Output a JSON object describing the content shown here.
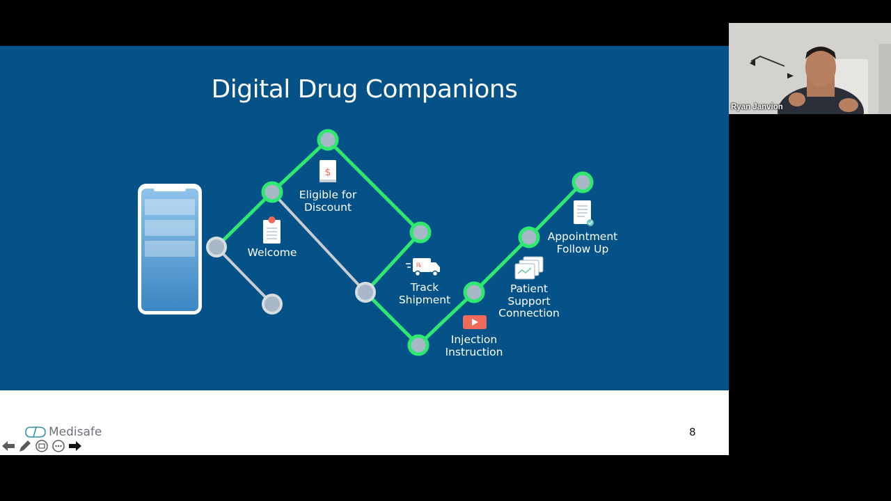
{
  "slide": {
    "title": "Digital Drug Companions",
    "labels": {
      "welcome": "Welcome",
      "eligible_1": "Eligible for",
      "eligible_2": "Discount",
      "track_1": "Track",
      "track_2": "Shipment",
      "injection_1": "Injection",
      "injection_2": "Instruction",
      "patient_1": "Patient",
      "patient_2": "Support",
      "patient_3": "Connection",
      "appointment_1": "Appointment",
      "appointment_2": "Follow Up"
    },
    "icons": {
      "discount": "dollar-document-icon",
      "welcome": "clipboard-icon",
      "shipment": "delivery-truck-icon",
      "injection": "video-play-icon",
      "support": "cards-stack-icon",
      "appointment": "checked-document-icon"
    },
    "logo_text": "Medisafe",
    "page_number": "8",
    "colors": {
      "band": "#045288",
      "path_active": "#2ee86f",
      "path_inactive": "#c9ccd0",
      "node_fill": "#a8b8c8",
      "accent_red": "#ef6a5a"
    }
  },
  "toolbar": {
    "icons": [
      "arrow-left-icon",
      "pen-icon",
      "slides-icon",
      "more-icon",
      "arrow-right-icon"
    ]
  },
  "video": {
    "participant_name": "Ryan Janvion"
  }
}
